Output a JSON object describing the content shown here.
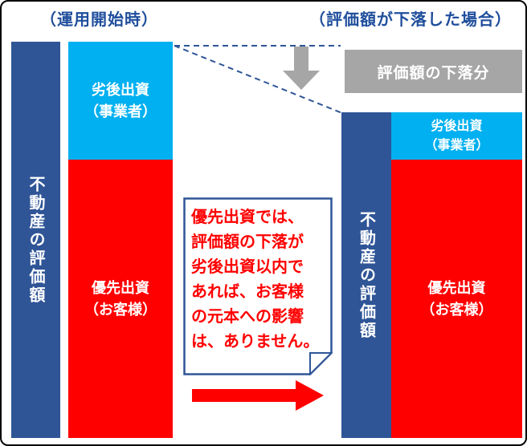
{
  "titles": {
    "left": "（運用開始時）",
    "right": "（評価額が下落した場合）"
  },
  "left_group": {
    "valuation_label": "不動産の評価額",
    "subordinated_label": "劣後出資\n（事業者）",
    "priority_label": "優先出資\n（お客様）"
  },
  "right_group": {
    "decline_label": "評価額の下落分",
    "valuation_label": "不動産の評価額",
    "subordinated_label": "劣後出資\n（事業者）",
    "priority_label": "優先出資\n（お客様）"
  },
  "note": {
    "text": "優先出資では、\n評価額の下落が\n劣後出資以内で\nあれば、お客様\nの元本への影響\nは、ありません。"
  },
  "colors": {
    "dark_blue": "#2F5597",
    "light_blue": "#00B0F0",
    "red": "#FF0000",
    "gray": "#A6A6A6",
    "title_text": "#1F4E9C",
    "note_border": "#2F5597",
    "note_text": "#FF0000",
    "outer_border": "#000000"
  },
  "icons": {
    "down_arrow": "gray-down-arrow",
    "right_arrow": "red-right-arrow",
    "dashed_lines": "blue-dashed-decline-lines",
    "note_fold": "folded-corner-note"
  }
}
